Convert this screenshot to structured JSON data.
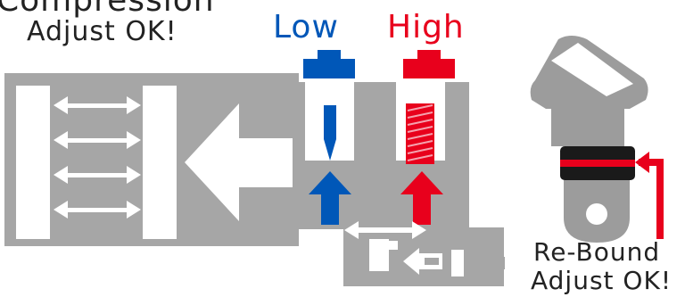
{
  "labels": {
    "compression_line1": "Compression",
    "compression_line2": "Adjust OK!",
    "low": "Low",
    "high": "High",
    "rebound_line1": "Re-Bound",
    "rebound_line2": "Adjust OK!"
  },
  "colors": {
    "gray": "#a6a6a6",
    "dark_gray": "#9c9c9c",
    "blue": "#0057b8",
    "red": "#e8001c",
    "white": "#ffffff",
    "text": "#222222"
  }
}
